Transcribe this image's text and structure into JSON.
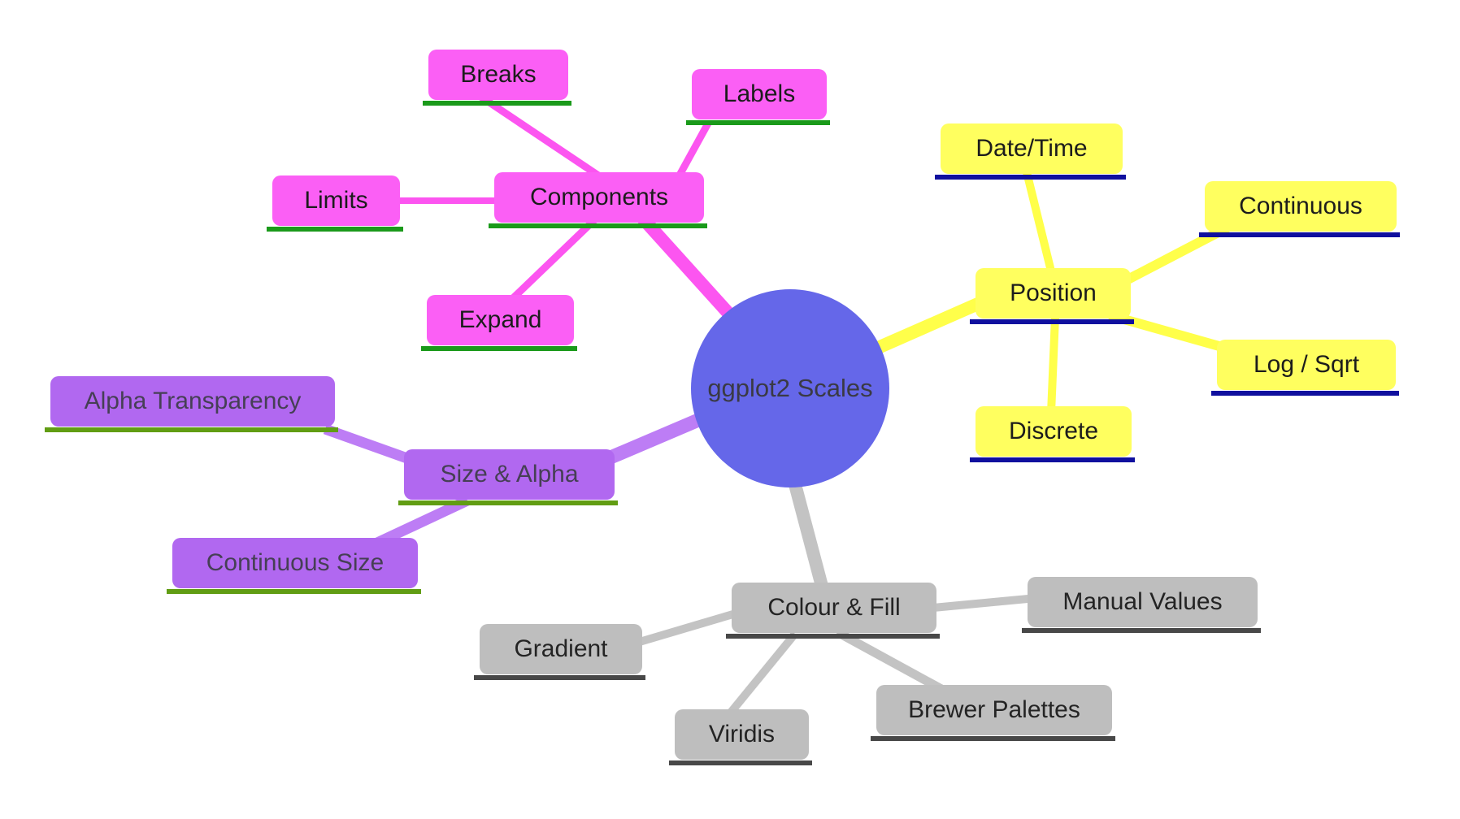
{
  "diagram": {
    "center": {
      "label": "ggplot2 Scales"
    },
    "branches": [
      {
        "name": "Components",
        "fill_color": "#fb5ff5",
        "line_color": "#fc55f0",
        "underline_color": "#1a9a1a",
        "children": [
          "Breaks",
          "Labels",
          "Limits",
          "Expand"
        ]
      },
      {
        "name": "Position",
        "fill_color": "#ffff5f",
        "line_color": "#ffff4a",
        "underline_color": "#10109e",
        "children": [
          "Date/Time",
          "Continuous",
          "Log / Sqrt",
          "Discrete"
        ]
      },
      {
        "name": "Size & Alpha",
        "fill_color": "#b168f0",
        "line_color": "#bd7df5",
        "underline_color": "#619d13",
        "children": [
          "Alpha Transparency",
          "Continuous Size"
        ]
      },
      {
        "name": "Colour & Fill",
        "fill_color": "#bebebe",
        "line_color": "#c3c3c3",
        "underline_color": "#484848",
        "children": [
          "Gradient",
          "Viridis",
          "Brewer Palettes",
          "Manual Values"
        ]
      }
    ],
    "center_color": "#6567e9"
  }
}
